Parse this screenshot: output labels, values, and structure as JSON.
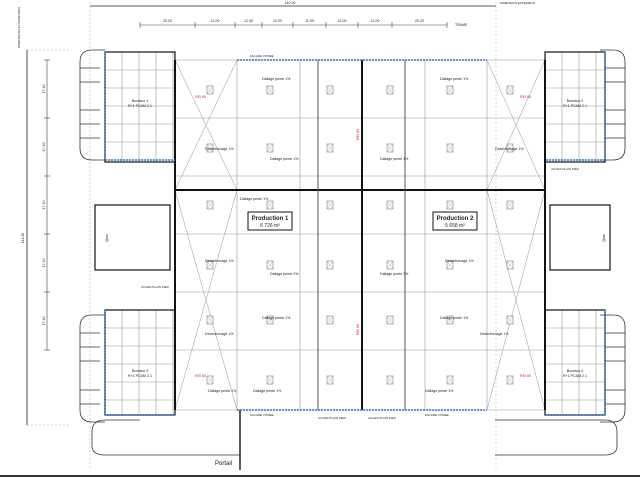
{
  "dimensions": {
    "overall_width": "140,26",
    "overall_width_note": "DIMENSION EXTERIEUR",
    "overall_height": "111,30",
    "overall_height_note": "DIMENSIONS EXTERIEURES",
    "trame_label": "TRAME",
    "trame_spans": [
      "20.20",
      "12.00",
      "12.00",
      "12.00",
      "11.99",
      "12.00",
      "12.00",
      "20.20"
    ],
    "row_spans": [
      "17.40",
      "17.40",
      "17.40",
      "17.40",
      "17.40"
    ]
  },
  "zones": {
    "production1": {
      "name": "Production 1",
      "area": "6 726 m²"
    },
    "production2": {
      "name": "Production 2",
      "area": "5 658 m²"
    },
    "offices": [
      {
        "name": "Bureaux 1",
        "detail": "R+1 PCAM 2.1"
      },
      {
        "name": "Bureaux 2",
        "detail": "R+1 PCAM 2.1"
      },
      {
        "name": "Bureaux 3",
        "detail": "R+1 PCAM 2.1"
      },
      {
        "name": "Bureaux 4",
        "detail": "R+1 PCAM 2.1"
      }
    ],
    "docks": [
      "Quai",
      "Quai"
    ]
  },
  "labels": {
    "dallage": "Dallage pente 1%",
    "desenfumage": "Désenfumage 1%",
    "facade": "FACADE VITREE",
    "acces": "ACCES PLAIN PIED",
    "fire_wall": "REI 60",
    "portail": "Portail"
  },
  "colors": {
    "wall": "#111111",
    "facade": "#3a78c8",
    "fire_wall": "#d02020"
  }
}
